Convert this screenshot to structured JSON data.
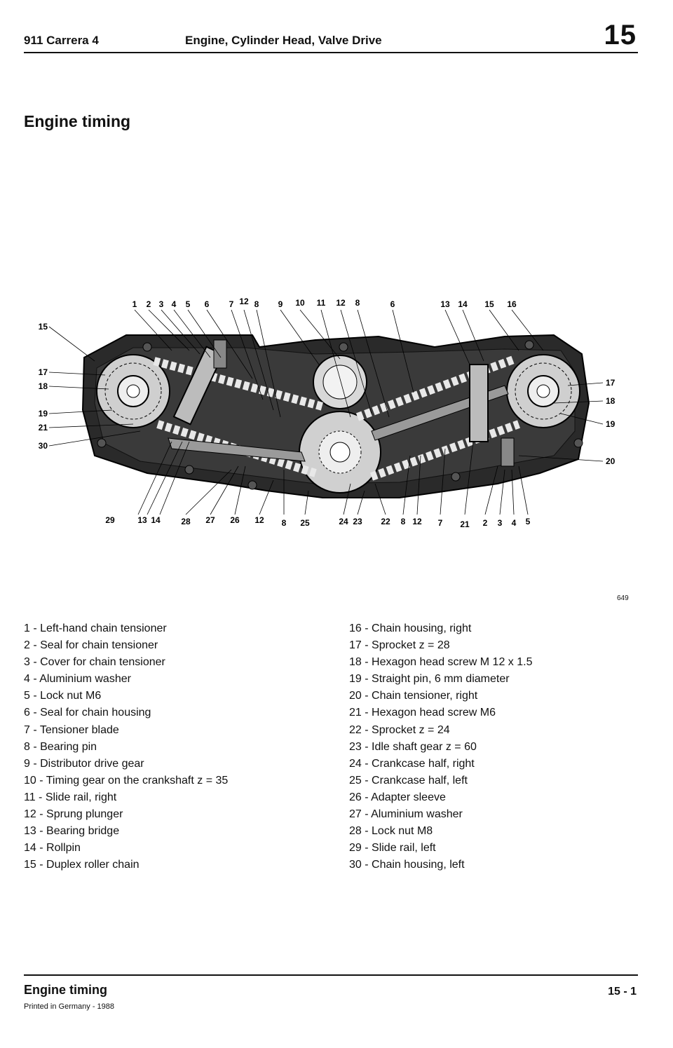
{
  "header": {
    "model": "911 Carrera 4",
    "title": "Engine, Cylinder Head, Valve Drive",
    "section_number": "15"
  },
  "section_title": "Engine timing",
  "diagram": {
    "figure_number": "649",
    "callouts_top": [
      "1",
      "2",
      "3",
      "4",
      "5",
      "6",
      "7",
      "12",
      "8",
      "9",
      "10",
      "11",
      "12",
      "8",
      "6",
      "13",
      "14",
      "15",
      "16"
    ],
    "callouts_left": [
      "15",
      "17",
      "18",
      "19",
      "21",
      "30"
    ],
    "callouts_right": [
      "17",
      "18",
      "19",
      "20"
    ],
    "callouts_bottom": [
      "29",
      "13",
      "14",
      "28",
      "27",
      "26",
      "12",
      "8",
      "25",
      "24",
      "23",
      "22",
      "8",
      "12",
      "7",
      "21",
      "2",
      "3",
      "4",
      "5"
    ]
  },
  "legend_left": [
    "1 - Left-hand chain tensioner",
    "2 - Seal for chain tensioner",
    "3 - Cover for chain tensioner",
    "4 - Aluminium washer",
    "5 - Lock nut M6",
    "6 - Seal for chain housing",
    "7 - Tensioner blade",
    "8 - Bearing pin",
    "9 - Distributor drive gear",
    "10 - Timing gear on the crankshaft z = 35",
    "11 - Slide rail, right",
    "12 - Sprung plunger",
    "13 - Bearing bridge",
    "14 - Rollpin",
    "15 - Duplex roller chain"
  ],
  "legend_right": [
    "16 - Chain housing, right",
    "17 - Sprocket z = 28",
    "18 - Hexagon head screw M 12 x 1.5",
    "19 - Straight pin, 6 mm diameter",
    "20 - Chain tensioner, right",
    "21 - Hexagon head screw M6",
    "22 - Sprocket z = 24",
    "23 - Idle shaft gear z = 60",
    "24 - Crankcase half, right",
    "25 - Crankcase half, left",
    "26 - Adapter sleeve",
    "27 - Aluminium washer",
    "28 - Lock nut M8",
    "29 - Slide rail, left",
    "30 - Chain housing, left"
  ],
  "footer": {
    "title": "Engine timing",
    "printed": "Printed in Germany - 1988",
    "page": "15 - 1"
  }
}
